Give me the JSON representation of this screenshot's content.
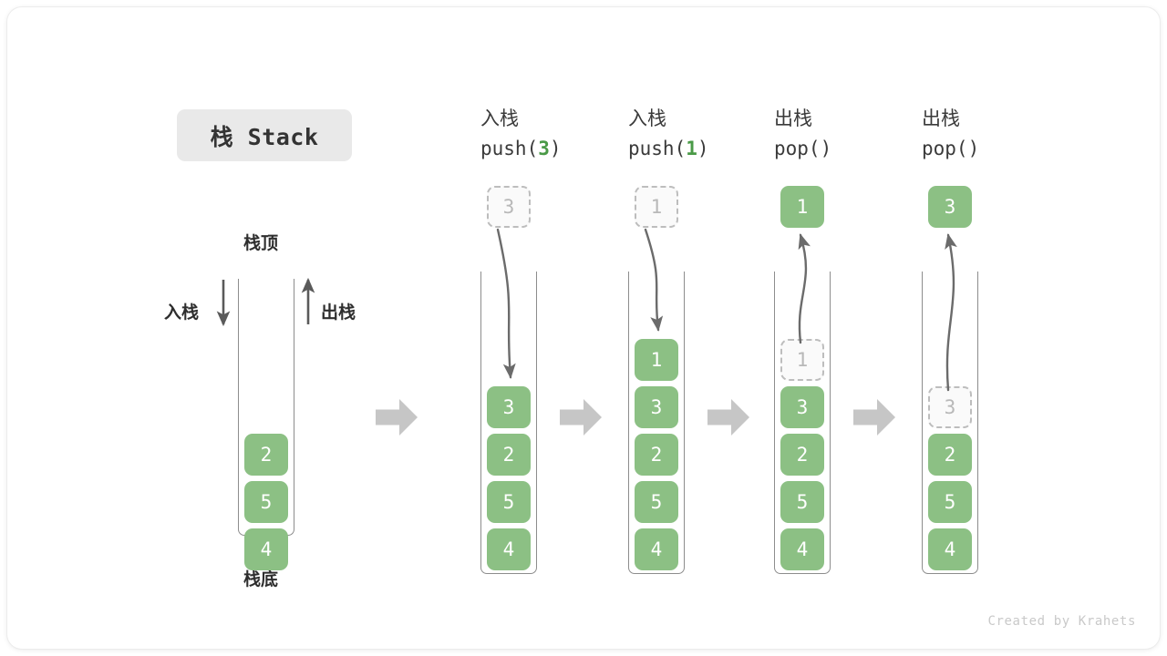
{
  "title": {
    "badge_text": "栈 Stack"
  },
  "labels": {
    "top": "栈顶",
    "bottom": "栈底",
    "push_side": "入栈",
    "pop_side": "出栈"
  },
  "initial_stack": {
    "name": "initial-stack",
    "cells": [
      "2",
      "5",
      "4"
    ]
  },
  "panels": [
    {
      "id": "push-3",
      "op_cjk": "入栈",
      "op_code_prefix": "push(",
      "op_code_value": "3",
      "op_code_suffix": ")",
      "operation": "push",
      "outside_cell": {
        "value": "3",
        "style": "ghost"
      },
      "cells": [
        {
          "value": "3",
          "style": "filled"
        },
        {
          "value": "2",
          "style": "filled"
        },
        {
          "value": "5",
          "style": "filled"
        },
        {
          "value": "4",
          "style": "filled"
        }
      ]
    },
    {
      "id": "push-1",
      "op_cjk": "入栈",
      "op_code_prefix": "push(",
      "op_code_value": "1",
      "op_code_suffix": ")",
      "operation": "push",
      "outside_cell": {
        "value": "1",
        "style": "ghost"
      },
      "cells": [
        {
          "value": "1",
          "style": "filled"
        },
        {
          "value": "3",
          "style": "filled"
        },
        {
          "value": "2",
          "style": "filled"
        },
        {
          "value": "5",
          "style": "filled"
        },
        {
          "value": "4",
          "style": "filled"
        }
      ]
    },
    {
      "id": "pop-1",
      "op_cjk": "出栈",
      "op_code_prefix": "pop(",
      "op_code_value": "",
      "op_code_suffix": ")",
      "operation": "pop",
      "outside_cell": {
        "value": "1",
        "style": "filled"
      },
      "cells": [
        {
          "value": "1",
          "style": "ghost"
        },
        {
          "value": "3",
          "style": "filled"
        },
        {
          "value": "2",
          "style": "filled"
        },
        {
          "value": "5",
          "style": "filled"
        },
        {
          "value": "4",
          "style": "filled"
        }
      ]
    },
    {
      "id": "pop-3",
      "op_cjk": "出栈",
      "op_code_prefix": "pop(",
      "op_code_value": "",
      "op_code_suffix": ")",
      "operation": "pop",
      "outside_cell": {
        "value": "3",
        "style": "filled"
      },
      "cells": [
        {
          "value": "3",
          "style": "ghost"
        },
        {
          "value": "2",
          "style": "filled"
        },
        {
          "value": "5",
          "style": "filled"
        },
        {
          "value": "4",
          "style": "filled"
        }
      ]
    }
  ],
  "watermark": "Created by Krahets",
  "colors": {
    "cell_fill": "#8cc084",
    "cell_text": "#ffffff",
    "ghost_fill": "#fafafa",
    "ghost_border": "#bdbdbd",
    "ghost_text": "#b8b8b8",
    "arrow_gray": "#c6c6c6",
    "curve_gray": "#6b6b6b",
    "badge_bg": "#e9e9e9",
    "accent_green": "#4a9a47"
  }
}
